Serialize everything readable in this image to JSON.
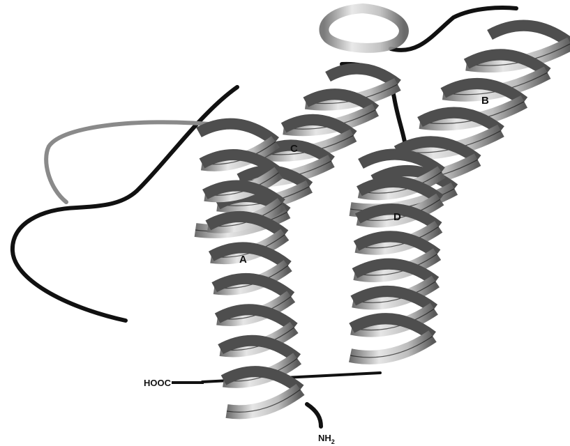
{
  "figure": {
    "helices": [
      {
        "id": "A",
        "label": "A"
      },
      {
        "id": "B",
        "label": "B"
      },
      {
        "id": "C",
        "label": "C"
      },
      {
        "id": "D",
        "label": "D"
      }
    ],
    "termini": {
      "c_terminus": "HOOC",
      "n_terminus_base": "NH",
      "n_terminus_sub": "2"
    }
  },
  "colors": {
    "ribbon_light": "#dcdcdc",
    "ribbon_mid": "#a9a9a9",
    "ribbon_dark": "#5c5c5c",
    "loop_dark": "#111111",
    "loop_gray": "#8a8a8a",
    "outline": "#1a1a1a"
  }
}
